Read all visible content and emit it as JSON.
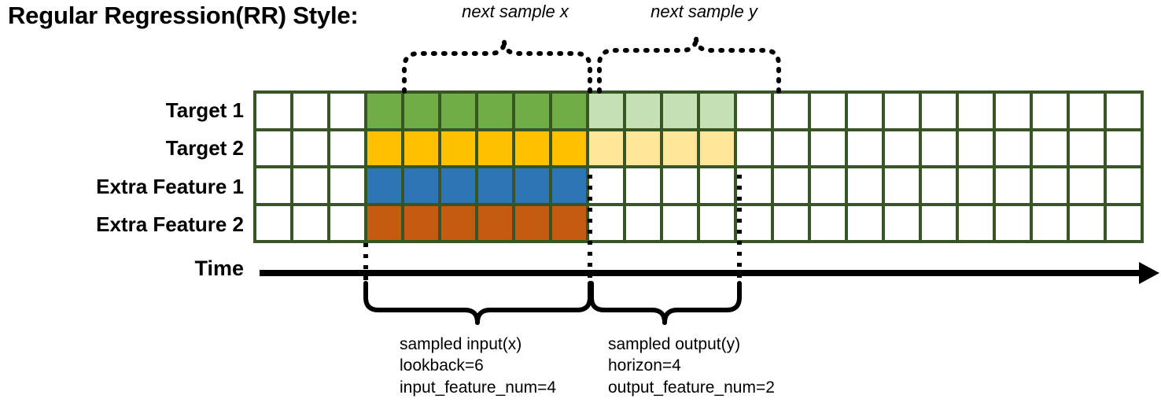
{
  "title": "Regular Regression(RR) Style:",
  "axis": {
    "time_label": "Time",
    "arrow_icon": "right-arrow-icon"
  },
  "rows": [
    {
      "label": "Target 1",
      "key": "target-1"
    },
    {
      "label": "Target 2",
      "key": "target-2"
    },
    {
      "label": "Extra Feature 1",
      "key": "extra-feature-1"
    },
    {
      "label": "Extra Feature 2",
      "key": "extra-feature-2"
    }
  ],
  "grid": {
    "columns": 24,
    "rows": 4,
    "border_color": "#375623",
    "legend_colors": {
      "green": "#70AD47",
      "green_light": "#C5E0B4",
      "amber": "#FFC000",
      "amber_light": "#FFE699",
      "blue": "#2E75B6",
      "orange": "#C55A11",
      "empty": "#FFFFFF"
    },
    "input_start_col": 4,
    "input_end_col": 9,
    "output_start_col": 10,
    "output_end_col": 13,
    "cells": [
      [
        "white",
        "white",
        "white",
        "green",
        "green",
        "green",
        "green",
        "green",
        "green",
        "green-light",
        "green-light",
        "green-light",
        "green-light",
        "white",
        "white",
        "white",
        "white",
        "white",
        "white",
        "white",
        "white",
        "white",
        "white",
        "white"
      ],
      [
        "white",
        "white",
        "white",
        "amber",
        "amber",
        "amber",
        "amber",
        "amber",
        "amber",
        "amber-light",
        "amber-light",
        "amber-light",
        "amber-light",
        "white",
        "white",
        "white",
        "white",
        "white",
        "white",
        "white",
        "white",
        "white",
        "white",
        "white"
      ],
      [
        "white",
        "white",
        "white",
        "blue",
        "blue",
        "blue",
        "blue",
        "blue",
        "blue",
        "white",
        "white",
        "white",
        "white",
        "white",
        "white",
        "white",
        "white",
        "white",
        "white",
        "white",
        "white",
        "white",
        "white",
        "white"
      ],
      [
        "white",
        "white",
        "white",
        "orange",
        "orange",
        "orange",
        "orange",
        "orange",
        "orange",
        "white",
        "white",
        "white",
        "white",
        "white",
        "white",
        "white",
        "white",
        "white",
        "white",
        "white",
        "white",
        "white",
        "white",
        "white"
      ]
    ]
  },
  "top_annotations": [
    {
      "key": "next-sample-x",
      "label": "next sample x"
    },
    {
      "key": "next-sample-y",
      "label": "next sample y"
    }
  ],
  "bottom_annotations": [
    {
      "key": "sampled-input",
      "lines": [
        "sampled input(x)",
        "lookback=6",
        "input_feature_num=4"
      ]
    },
    {
      "key": "sampled-output",
      "lines": [
        "sampled output(y)",
        "horizon=4",
        "output_feature_num=2"
      ]
    }
  ]
}
